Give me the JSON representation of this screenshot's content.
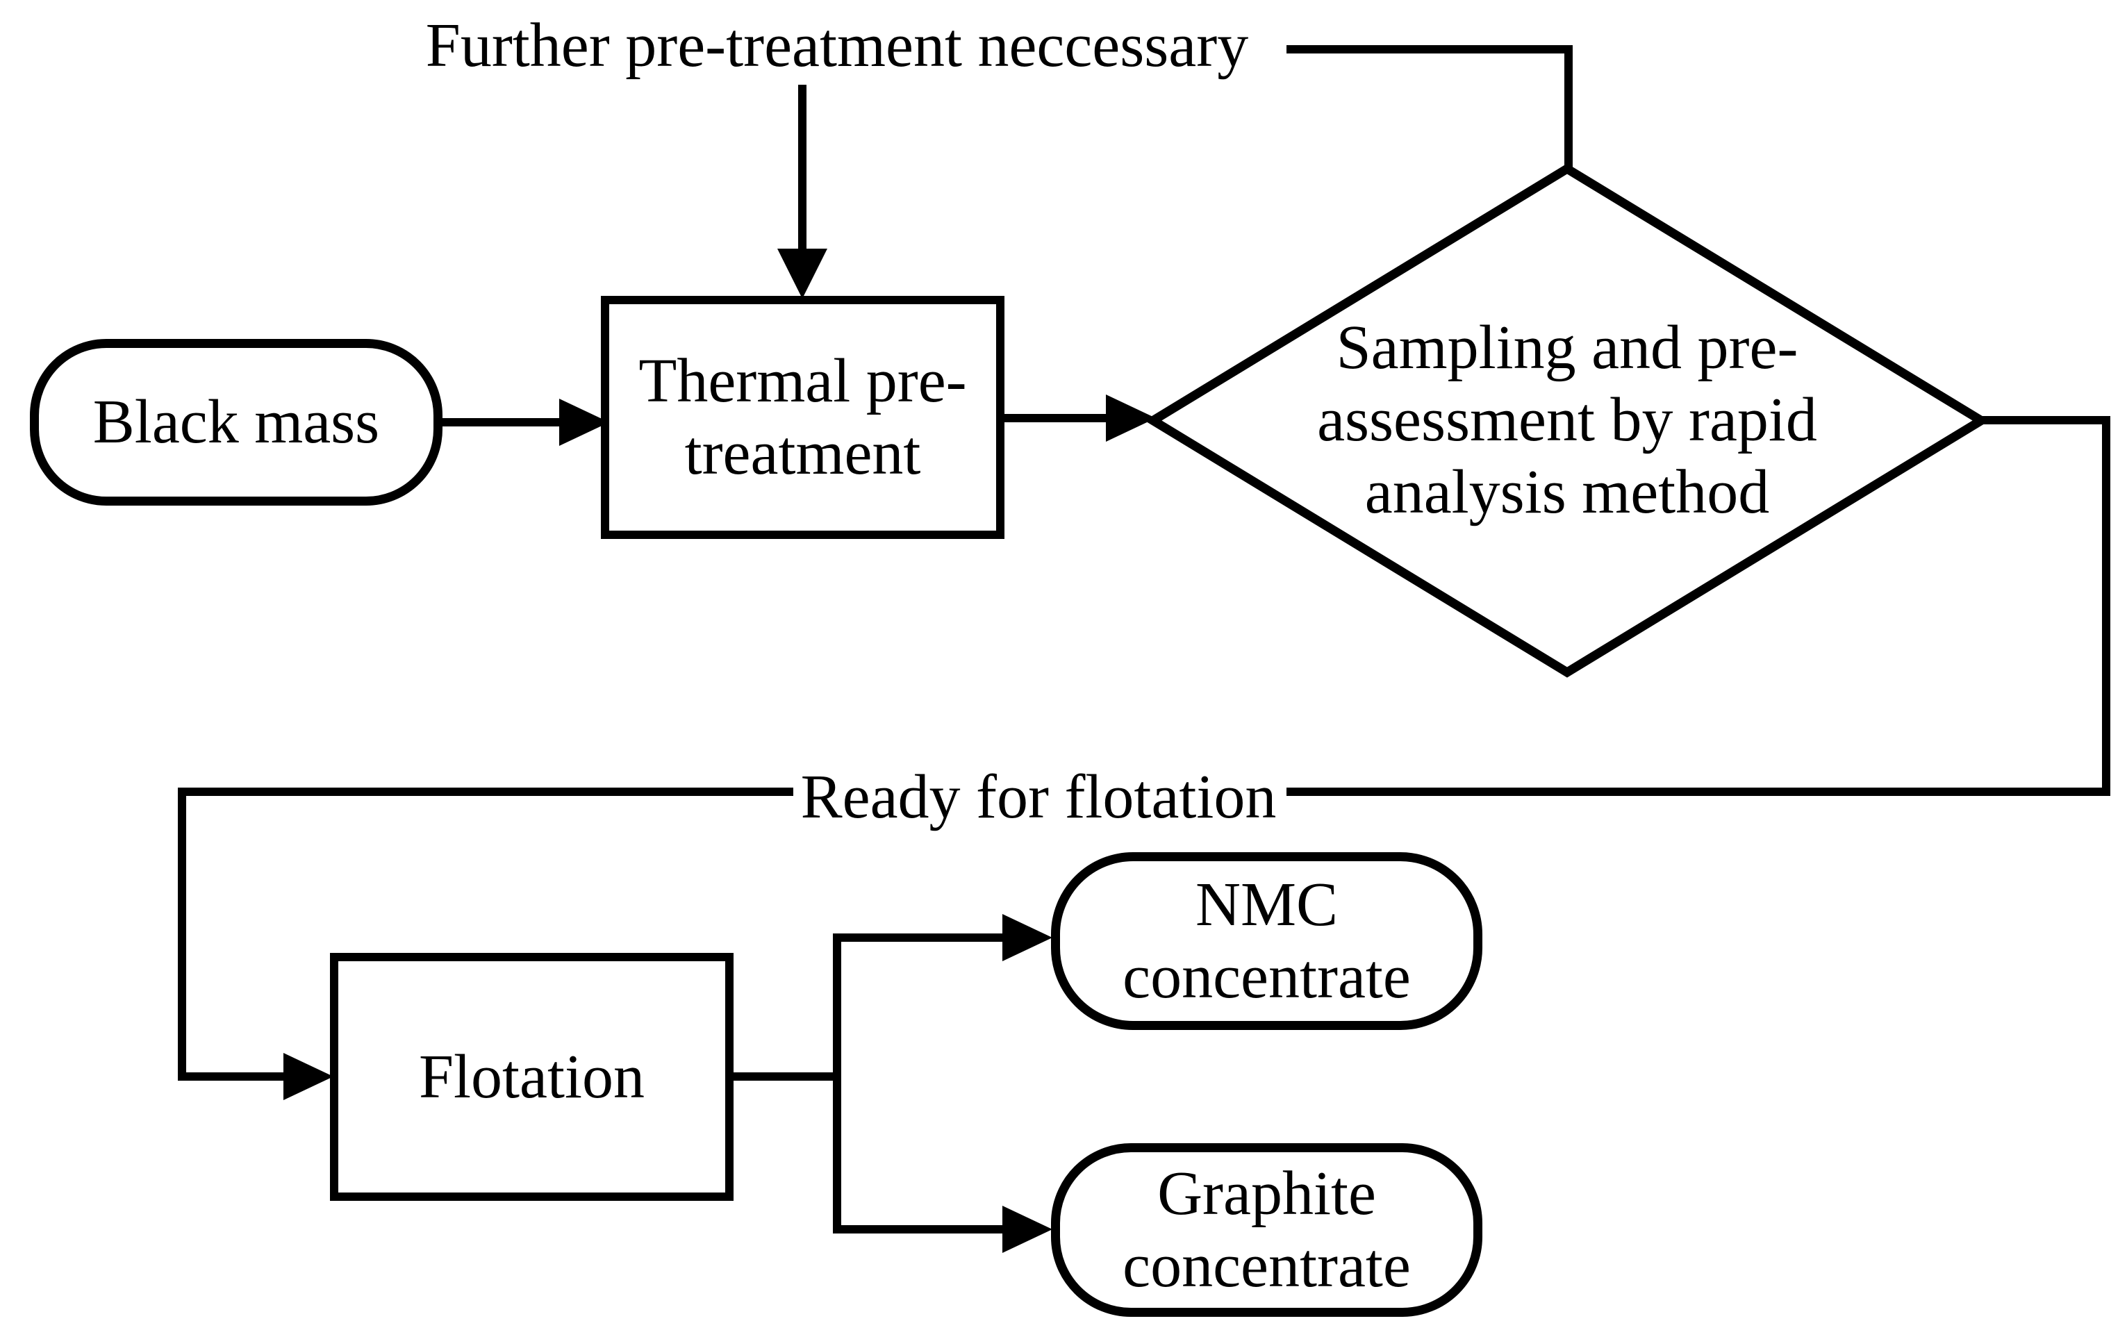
{
  "diagram": {
    "type": "flowchart",
    "colors": {
      "stroke": "#000000",
      "background": "#ffffff",
      "text": "#000000"
    },
    "nodes": {
      "black_mass": {
        "label": "Black mass",
        "shape": "stadium"
      },
      "thermal_pretreatment": {
        "label": "Thermal pre-\ntreatment",
        "shape": "process"
      },
      "decision": {
        "label": "Sampling and pre-\nassessment by rapid\nanalysis method",
        "shape": "decision-diamond"
      },
      "flotation": {
        "label": "Flotation",
        "shape": "process"
      },
      "nmc_concentrate": {
        "label": "NMC\nconcentrate",
        "shape": "stadium"
      },
      "graphite_concentrate": {
        "label": "Graphite\nconcentrate",
        "shape": "stadium"
      }
    },
    "edge_labels": {
      "further_pretreatment": "Further pre-treatment neccessary",
      "ready_for_flotation": "Ready for flotation"
    },
    "edges": [
      {
        "from": "Black mass",
        "to": "Thermal pre-treatment",
        "label": ""
      },
      {
        "from": "Thermal pre-treatment",
        "to": "Sampling and pre-assessment by rapid analysis method",
        "label": ""
      },
      {
        "from": "Sampling and pre-assessment by rapid analysis method",
        "to": "Thermal pre-treatment",
        "label": "Further pre-treatment neccessary"
      },
      {
        "from": "Sampling and pre-assessment by rapid analysis method",
        "to": "Flotation",
        "label": "Ready for flotation"
      },
      {
        "from": "Flotation",
        "to": "NMC concentrate",
        "label": ""
      },
      {
        "from": "Flotation",
        "to": "Graphite concentrate",
        "label": ""
      }
    ]
  }
}
